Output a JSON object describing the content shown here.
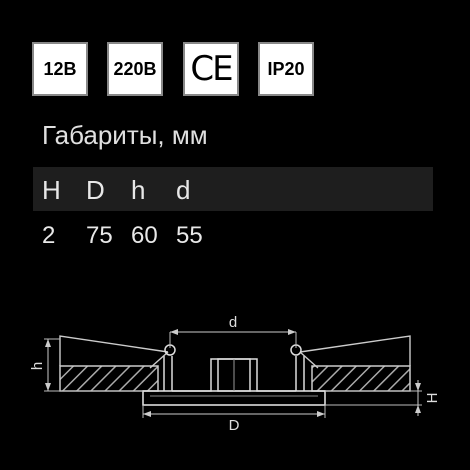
{
  "badges": {
    "voltage_low": "12В",
    "voltage_high": "220В",
    "ce": "CE",
    "protection": "IP20"
  },
  "dimensions": {
    "title": "Габариты, мм",
    "headers": [
      "H",
      "D",
      "h",
      "d"
    ],
    "values": [
      "2",
      "75",
      "60",
      "55"
    ]
  },
  "drawing_labels": {
    "d": "d",
    "D": "D",
    "h": "h",
    "H": "H"
  }
}
